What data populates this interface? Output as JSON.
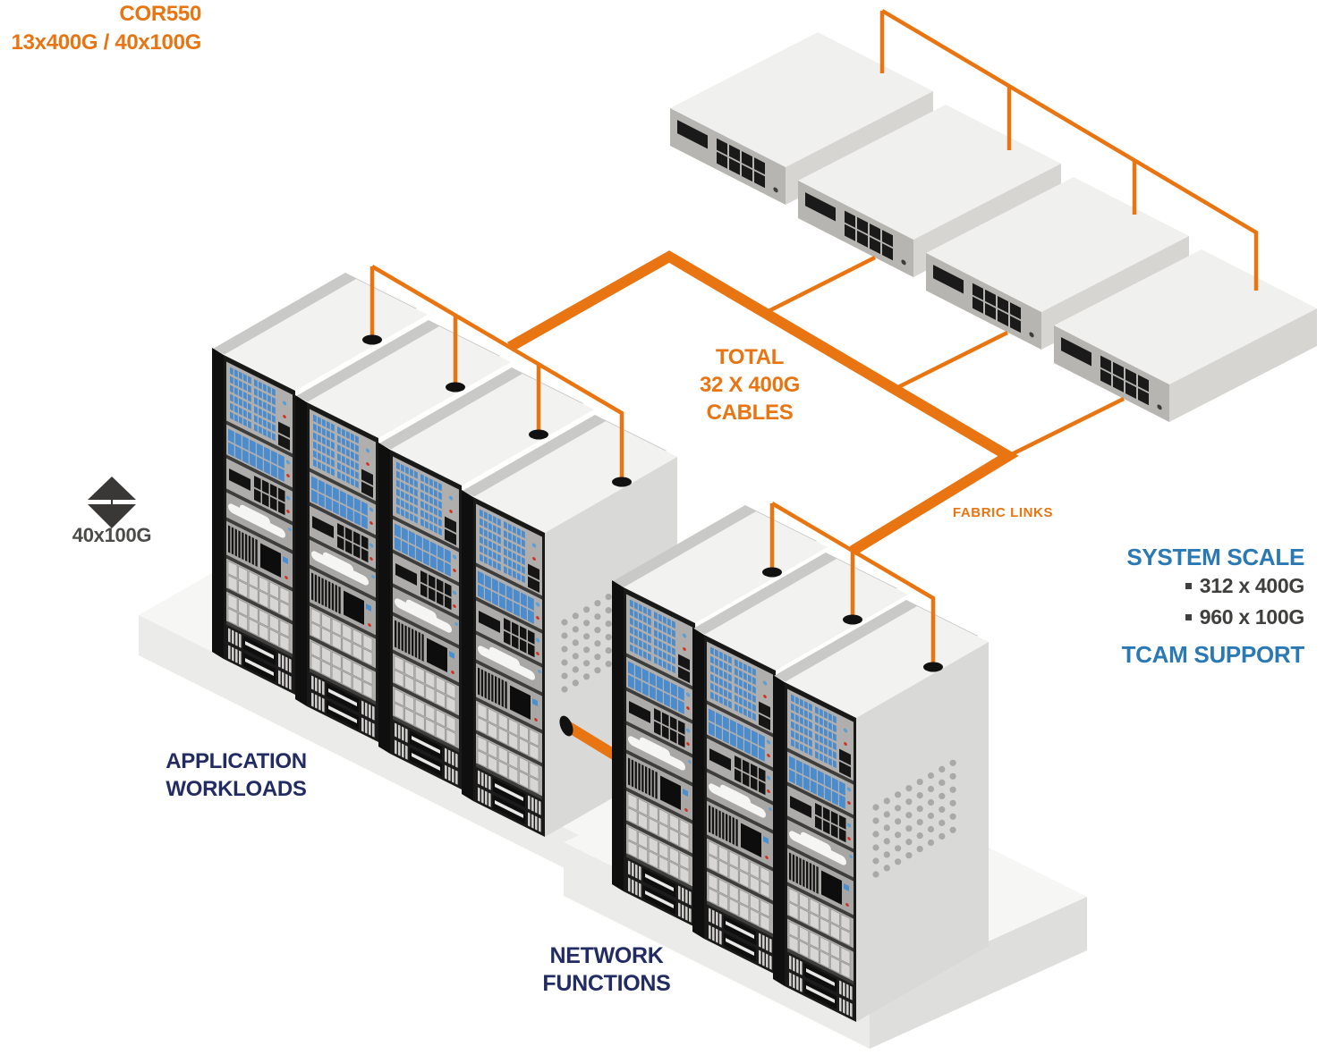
{
  "labels": {
    "cor550": {
      "line1": "COR550",
      "line2": "13x400G / 40x100G"
    },
    "port_capacity": "40x100G",
    "total_cables": {
      "line1": "TOTAL",
      "line2": "32 X 400G",
      "line3": "CABLES"
    },
    "fabric_links": "FABRIC LINKS",
    "system_scale": {
      "title": "SYSTEM SCALE",
      "items": [
        "312 x 400G",
        "960 x 100G"
      ],
      "footer": "TCAM SUPPORT"
    },
    "application_workloads": {
      "line1": "APPLICATION",
      "line2": "WORKLOADS"
    },
    "network_functions": {
      "line1": "NETWORK",
      "line2": "FUNCTIONS"
    }
  },
  "topology": {
    "spine_switches": 4,
    "application_racks": 4,
    "network_racks": 3,
    "cable_type": "400G fabric cables"
  },
  "colors": {
    "orange": "#E87511",
    "blue": "#2A79B4",
    "navy": "#222C63",
    "gray_text": "#4B4B49",
    "dark_text": "#3F3F3D",
    "icon_gray": "#3A3836",
    "connector_black": "#111111"
  },
  "icons": [
    {
      "name": "split-diamond-icon",
      "meaning": "40x100G breakout symbol"
    }
  ]
}
